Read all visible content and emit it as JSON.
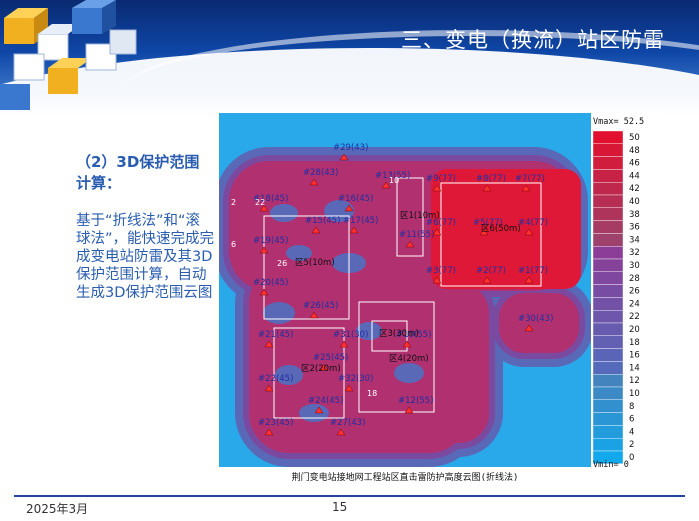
{
  "slide": {
    "title": "三、变电（换流）站区防雷",
    "subheading": "（2）3D保护范围计算：",
    "body": "基于“折线法”和“滚球法”，能快速完成完成变电站防雷及其3D保护范围计算，自动生成3D保护范围云图",
    "footer_date": "2025年3月",
    "page_number": "15"
  },
  "figure": {
    "caption": "荆门变电站接地网工程站区直击雷防护高度云图(折线法)",
    "vmax_label": "Vmax= 52.5",
    "vmin_label": "Vmin= 0",
    "legend_ticks": [
      "50",
      "48",
      "46",
      "44",
      "42",
      "40",
      "38",
      "36",
      "34",
      "32",
      "30",
      "28",
      "26",
      "24",
      "22",
      "20",
      "18",
      "16",
      "14",
      "12",
      "10",
      "8",
      "6",
      "4",
      "2",
      "0"
    ],
    "colors": {
      "background": "#2aa9ea",
      "outer": "#5a68b8",
      "mid": "#7a4aa0",
      "inner": "#b03070",
      "core": "#e01838",
      "legend_top": "#e0102e",
      "legend_bottom": "#12a8ec"
    },
    "rods": [
      {
        "label": "#29(43)"
      },
      {
        "label": "#28(43)"
      },
      {
        "label": "#13(55)"
      },
      {
        "label": "#18(45)"
      },
      {
        "label": "#16(45)"
      },
      {
        "label": "#15(45)"
      },
      {
        "label": "#17(45)"
      },
      {
        "label": "#11(55)"
      },
      {
        "label": "#19(45)"
      },
      {
        "label": "#20(45)"
      },
      {
        "label": "#26(45)"
      },
      {
        "label": "#9(77)"
      },
      {
        "label": "#8(77)"
      },
      {
        "label": "#7(77)"
      },
      {
        "label": "#6(77)"
      },
      {
        "label": "#5(77)"
      },
      {
        "label": "#4(77)"
      },
      {
        "label": "#3(77)"
      },
      {
        "label": "#2(77)"
      },
      {
        "label": "#1(77)"
      },
      {
        "label": "#21(45)"
      },
      {
        "label": "#31(30)"
      },
      {
        "label": "#10(55)"
      },
      {
        "label": "#25(45)"
      },
      {
        "label": "#22(45)"
      },
      {
        "label": "#32(30)"
      },
      {
        "label": "#24(45)"
      },
      {
        "label": "#12(55)"
      },
      {
        "label": "#23(45)"
      },
      {
        "label": "#27(43)"
      },
      {
        "label": "#30(43)"
      }
    ],
    "zone_labels": [
      "区1(10m)",
      "区6(50m)",
      "区5(10m)",
      "区3(30m)",
      "区4(20m)",
      "区2(20m)"
    ],
    "misc_labels": [
      "2",
      "6",
      "22",
      "10",
      "26",
      "18"
    ]
  }
}
